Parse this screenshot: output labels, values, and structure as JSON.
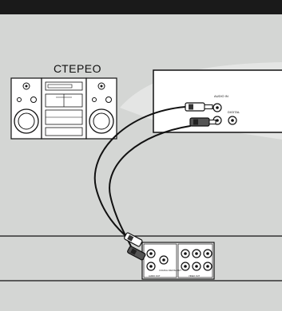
{
  "stereo": {
    "label": "СТЕРЕО"
  },
  "amplifier": {
    "audio_in_label": "AUDIO IN",
    "digital_label": "DIGITAL"
  },
  "player": {
    "audio_out_label": "AUDIO OUT",
    "coaxial_label": "COAXIAL DIGITAL OUT",
    "video_out_label": "VIDEO OUT"
  },
  "colors": {
    "background": "#d4d6d4",
    "header": "#1a1a1a",
    "line": "#111111",
    "panel": "#ffffff",
    "cable": "#111111",
    "connector": "#333333"
  }
}
